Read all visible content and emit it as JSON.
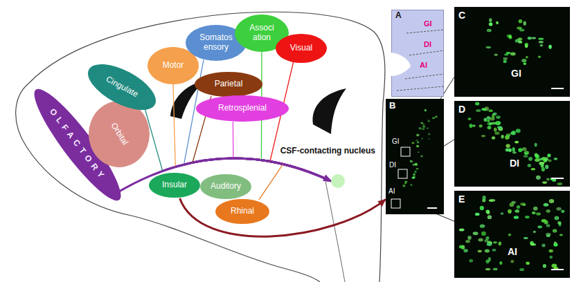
{
  "diagram": {
    "nodes": [
      {
        "text": [
          "OLFACTORY"
        ]
      },
      {
        "text": [
          "Orbital"
        ]
      },
      {
        "text": [
          "Cingulate"
        ]
      },
      {
        "text": [
          "Motor"
        ]
      },
      {
        "text": [
          "Somatos ensory"
        ]
      },
      {
        "text": [
          "Associ ation"
        ]
      },
      {
        "text": [
          "Visual"
        ]
      },
      {
        "text": [
          "Parietal"
        ]
      },
      {
        "text": [
          "Retrosplenial"
        ]
      },
      {
        "text": [
          "Insular"
        ]
      },
      {
        "text": [
          "Auditory"
        ]
      },
      {
        "text": [
          "Rhinal"
        ]
      },
      {
        "text": [
          "CSF-contacting nucleus"
        ]
      },
      {
        "text": [
          "A",
          "GI",
          "DI",
          "AI"
        ]
      },
      {
        "text": [
          "B",
          "GI",
          "DI",
          "AI"
        ]
      },
      {
        "text": [
          "C",
          "GI"
        ]
      },
      {
        "text": [
          "D",
          "DI"
        ]
      },
      {
        "text": [
          "E",
          "AI"
        ]
      }
    ],
    "edges": [
      {
        "from": 0,
        "to": 12,
        "arrow": "to"
      },
      {
        "from": 2,
        "to": 12,
        "arrow": "to"
      },
      {
        "from": 3,
        "to": 12,
        "arrow": "to"
      },
      {
        "from": 4,
        "to": 12,
        "arrow": "to"
      },
      {
        "from": 7,
        "to": 12,
        "arrow": "to"
      },
      {
        "from": 8,
        "to": 12,
        "arrow": "to"
      },
      {
        "from": 5,
        "to": 12,
        "arrow": "to"
      },
      {
        "from": 6,
        "to": 12,
        "arrow": "to"
      },
      {
        "from": 11,
        "to": 12,
        "arrow": "to"
      },
      {
        "from": 9,
        "to": 14,
        "arrow": "to"
      },
      {
        "from": 14,
        "to": 15,
        "arrow": "none"
      },
      {
        "from": 14,
        "to": 16,
        "arrow": "none"
      },
      {
        "from": 14,
        "to": 17,
        "arrow": "none"
      }
    ]
  }
}
